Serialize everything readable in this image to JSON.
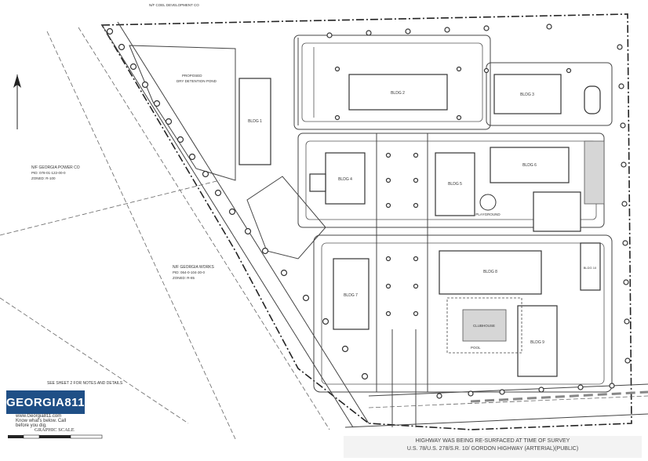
{
  "labels": {
    "north_label": "N/F GEORGIA POWER CO",
    "north_pid": "PID: 078-01-122-00-0",
    "north_zone": "ZONED: R-100",
    "top_owner": "N/F COEL DEVELOPMENT CO",
    "sw_owner": "N/F GEORGIA WORKS",
    "sw_pid": "PID: 064-0-104-30-0",
    "sw_zone": "ZONED: R-85",
    "proposed": "PROPOSED",
    "retention": "DRY DETENTION POND",
    "playground": "PLAYGROUND",
    "pool": "POOL",
    "clubhouse": "CLUBHOUSE",
    "notes_ref": "SEE SHEET 2 FOR NOTES AND DETAILS",
    "graphic_scale": "GRAPHIC SCALE"
  },
  "buildings": {
    "b1": "BLDG 1",
    "b2": "BLDG 2",
    "b3": "BLDG 3",
    "b4": "BLDG 4",
    "b5": "BLDG 5",
    "b6": "BLDG 6",
    "b7": "BLDG 7",
    "b8": "BLDG 8",
    "b9": "BLDG 9",
    "b10": "BLDG 10"
  },
  "logo": {
    "text": "GEORGIA811",
    "url": "www.Georgia811.com",
    "sub": "Know what's below. Call before you dig."
  },
  "highway_note": {
    "line1": "HIGHWAY WAS BEING RE-SURFACED AT TIME OF SURVEY",
    "line2": "U.S. 78/U.S. 278/S.R. 10/ GORDON HIGHWAY (ARTERIAL)(PUBLIC)"
  }
}
